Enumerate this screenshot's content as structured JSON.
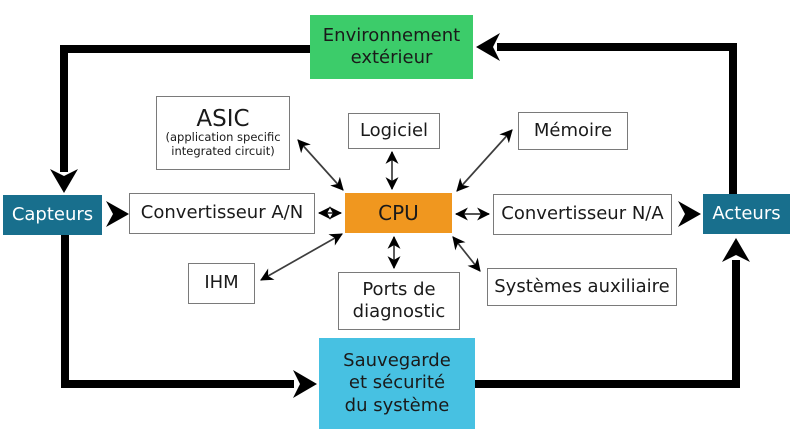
{
  "colors": {
    "green": "#3ccc6a",
    "teal": "#186f8d",
    "orange": "#f0971f",
    "blue": "#47c1e2",
    "border": "#7a7a7a",
    "arrow": "#000000",
    "text": "#1a1a1a",
    "thin_shaft": "#3d3d3d"
  },
  "nodes": {
    "environnement": {
      "line1": "Environnement",
      "line2": "extérieur"
    },
    "capteurs": {
      "label": "Capteurs"
    },
    "convertisseur_an": {
      "label": "Convertisseur A/N"
    },
    "asic": {
      "title": "ASIC",
      "subtitle": "(application specific integrated circuit)"
    },
    "logiciel": {
      "label": "Logiciel"
    },
    "memoire": {
      "label": "Mémoire"
    },
    "cpu": {
      "label": "CPU"
    },
    "convertisseur_na": {
      "label": "Convertisseur N/A"
    },
    "acteurs": {
      "label": "Acteurs"
    },
    "ihm": {
      "label": "IHM"
    },
    "ports_diagnostic": {
      "line1": "Ports de",
      "line2": "diagnostic"
    },
    "systemes_auxiliaire": {
      "label": "Systèmes auxiliaire"
    },
    "sauvegarde": {
      "line1": "Sauvegarde",
      "line2": "et sécurité",
      "line3": "du système"
    }
  },
  "edges": [
    {
      "from": "environnement",
      "to": "capteurs",
      "style": "thick-one-way"
    },
    {
      "from": "acteurs",
      "to": "environnement",
      "style": "thick-one-way"
    },
    {
      "from": "capteurs",
      "to": "sauvegarde",
      "style": "thick-one-way"
    },
    {
      "from": "sauvegarde",
      "to": "acteurs",
      "style": "thick-one-way"
    },
    {
      "from": "capteurs",
      "to": "convertisseur_an",
      "style": "chevron-one-way"
    },
    {
      "from": "convertisseur_na",
      "to": "acteurs",
      "style": "chevron-one-way"
    },
    {
      "from": "cpu",
      "to": "logiciel",
      "style": "double-arrow"
    },
    {
      "from": "cpu",
      "to": "asic",
      "style": "double-arrow"
    },
    {
      "from": "cpu",
      "to": "memoire",
      "style": "double-arrow"
    },
    {
      "from": "cpu",
      "to": "convertisseur_an",
      "style": "double-arrow"
    },
    {
      "from": "cpu",
      "to": "convertisseur_na",
      "style": "double-arrow"
    },
    {
      "from": "cpu",
      "to": "ihm",
      "style": "double-arrow"
    },
    {
      "from": "cpu",
      "to": "ports_diagnostic",
      "style": "double-arrow"
    },
    {
      "from": "cpu",
      "to": "systemes_auxiliaire",
      "style": "double-arrow"
    }
  ]
}
